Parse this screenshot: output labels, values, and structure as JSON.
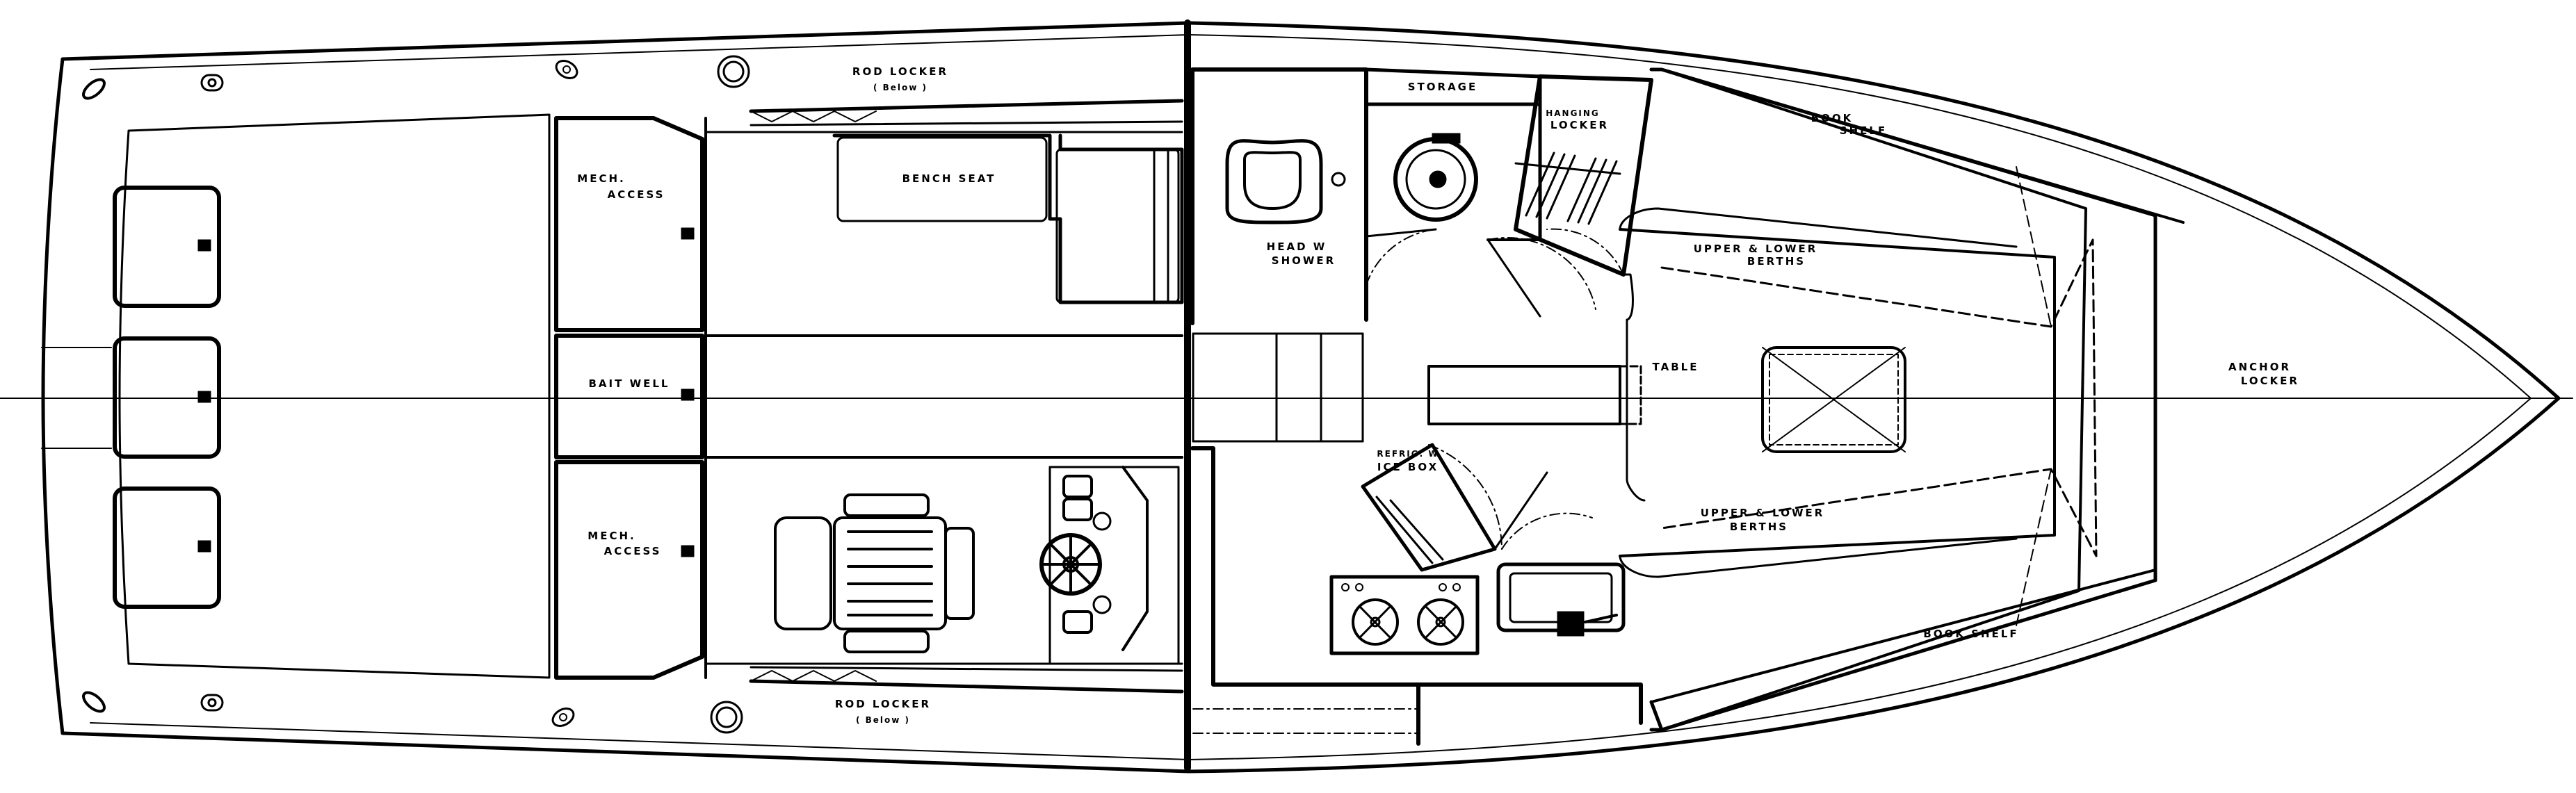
{
  "labels": {
    "rod_locker_top": "ROD LOCKER",
    "rod_locker_top_sub": "( Below )",
    "rod_locker_bottom": "ROD LOCKER",
    "rod_locker_bottom_sub": "( Below )",
    "mech_access_top_1": "MECH.",
    "mech_access_top_2": "ACCESS",
    "bait_well": "BAIT WELL",
    "mech_access_bottom_1": "MECH.",
    "mech_access_bottom_2": "ACCESS",
    "bench_seat": "BENCH SEAT",
    "head_shower_1": "HEAD W",
    "head_shower_2": "SHOWER",
    "storage": "STORAGE",
    "hanging_locker_1": "HANGING",
    "hanging_locker_2": "LOCKER",
    "book_shelf_top_1": "BOOK",
    "book_shelf_top_2": "SHELF",
    "berths_top_1": "UPPER & LOWER",
    "berths_top_2": "BERTHS",
    "table": "TABLE",
    "anchor_locker_1": "ANCHOR",
    "anchor_locker_2": "LOCKER",
    "refrig_1": "REFRIG. W",
    "refrig_2": "ICE BOX",
    "berths_bottom_1": "UPPER & LOWER",
    "berths_bottom_2": "BERTHS",
    "book_shelf_bottom": "BOOK SHELF"
  },
  "colors": {
    "line": "#000000",
    "background": "#ffffff"
  }
}
